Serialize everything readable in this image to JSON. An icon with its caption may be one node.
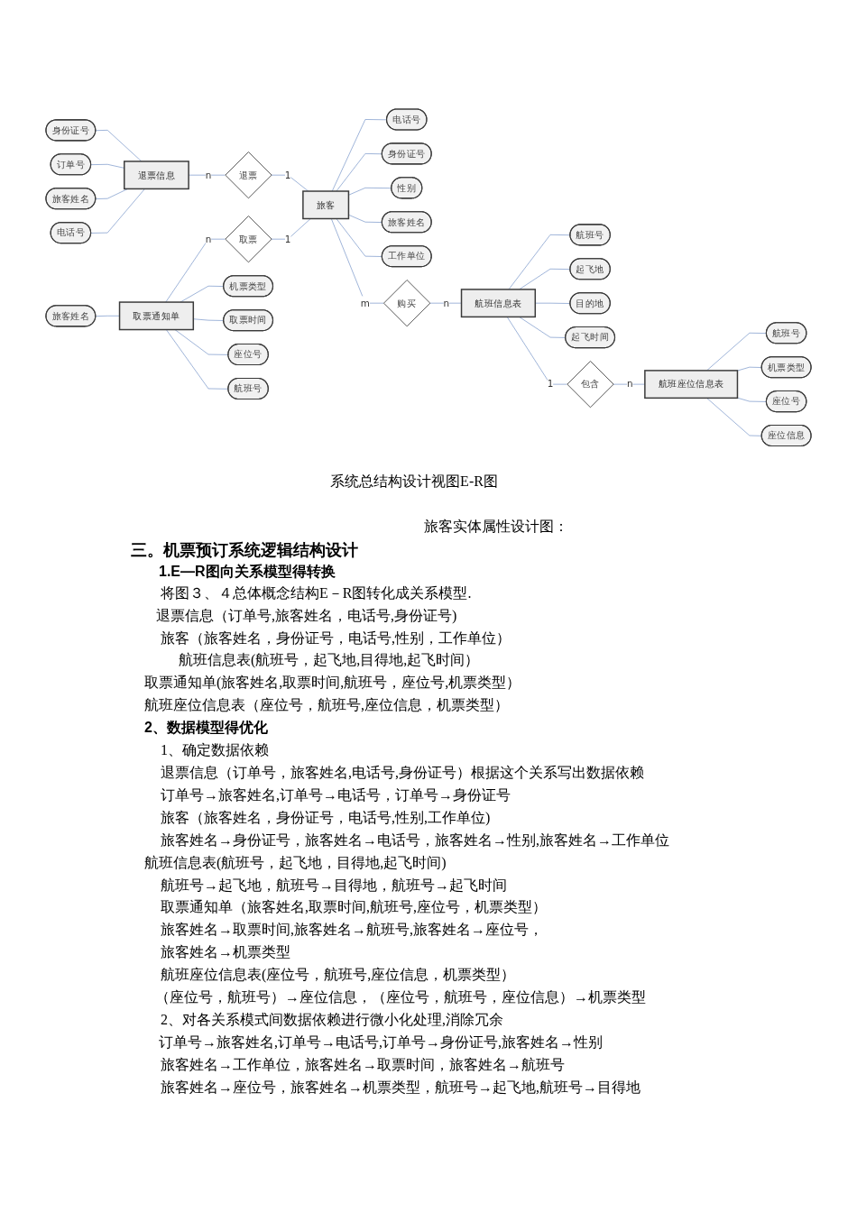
{
  "diagram": {
    "caption": "系统总结构设计视图E-R图",
    "nodes": [
      {
        "text": [
          "电话号"
        ]
      },
      {
        "text": [
          "身份证号"
        ]
      },
      {
        "text": [
          "性别"
        ]
      },
      {
        "text": [
          "航班号"
        ]
      },
      {
        "text": [
          "起飞地"
        ]
      },
      {
        "text": [
          "目的地"
        ]
      },
      {
        "text": [
          "身份证号"
        ]
      },
      {
        "text": [
          "订单号"
        ]
      },
      {
        "text": [
          "旅客姓名"
        ]
      },
      {
        "text": [
          "工作单位"
        ]
      },
      {
        "text": [
          "起飞时间"
        ]
      },
      {
        "text": [
          "旅客姓名"
        ]
      },
      {
        "text": [
          "退票信息"
        ]
      },
      {
        "text": [
          "退票"
        ]
      },
      {
        "text": [
          "旅客"
        ]
      },
      {
        "text": [
          "购买"
        ]
      },
      {
        "text": [
          "航班信息表"
        ]
      },
      {
        "text": [
          "电话号"
        ]
      },
      {
        "text": [
          "取票"
        ]
      },
      {
        "text": [
          "包含"
        ]
      },
      {
        "text": [
          "旅客姓名"
        ]
      },
      {
        "text": [
          "航班座位信息表"
        ]
      },
      {
        "text": [
          "取票通知单"
        ]
      },
      {
        "text": [
          "机票类型"
        ]
      },
      {
        "text": [
          "航班号"
        ]
      },
      {
        "text": [
          "机票类型"
        ]
      },
      {
        "text": [
          "取票时间"
        ]
      },
      {
        "text": [
          "座位号"
        ]
      },
      {
        "text": [
          "座位信息"
        ]
      },
      {
        "text": [
          "座位号"
        ]
      },
      {
        "text": [
          "航班号"
        ]
      }
    ],
    "edges": [
      {
        "from": 6,
        "to": 12,
        "arrow": "none"
      },
      {
        "from": 7,
        "to": 12,
        "arrow": "none"
      },
      {
        "from": 11,
        "to": 12,
        "arrow": "none"
      },
      {
        "from": 17,
        "to": 12,
        "arrow": "none"
      },
      {
        "from": 12,
        "to": 13,
        "arrow": "none",
        "label": "n"
      },
      {
        "from": 13,
        "to": 14,
        "arrow": "none",
        "label": "1"
      },
      {
        "from": 14,
        "to": 0,
        "arrow": "none"
      },
      {
        "from": 14,
        "to": 1,
        "arrow": "none"
      },
      {
        "from": 14,
        "to": 2,
        "arrow": "none"
      },
      {
        "from": 14,
        "to": 8,
        "arrow": "none"
      },
      {
        "from": 14,
        "to": 9,
        "arrow": "none"
      },
      {
        "from": 14,
        "to": 15,
        "arrow": "none",
        "label": "m"
      },
      {
        "from": 15,
        "to": 16,
        "arrow": "none",
        "label": "n"
      },
      {
        "from": 16,
        "to": 3,
        "arrow": "none"
      },
      {
        "from": 16,
        "to": 4,
        "arrow": "none"
      },
      {
        "from": 16,
        "to": 5,
        "arrow": "none"
      },
      {
        "from": 16,
        "to": 10,
        "arrow": "none"
      },
      {
        "from": 22,
        "to": 18,
        "arrow": "none",
        "label": "n"
      },
      {
        "from": 18,
        "to": 14,
        "arrow": "none",
        "label": "1"
      },
      {
        "from": 20,
        "to": 22,
        "arrow": "none"
      },
      {
        "from": 22,
        "to": 23,
        "arrow": "none"
      },
      {
        "from": 22,
        "to": 26,
        "arrow": "none"
      },
      {
        "from": 22,
        "to": 29,
        "arrow": "none"
      },
      {
        "from": 22,
        "to": 30,
        "arrow": "none"
      },
      {
        "from": 16,
        "to": 19,
        "arrow": "none",
        "label": "1"
      },
      {
        "from": 19,
        "to": 21,
        "arrow": "none",
        "label": "n"
      },
      {
        "from": 21,
        "to": 24,
        "arrow": "none"
      },
      {
        "from": 21,
        "to": 25,
        "arrow": "none"
      },
      {
        "from": 21,
        "to": 27,
        "arrow": "none"
      },
      {
        "from": 21,
        "to": 28,
        "arrow": "none"
      }
    ],
    "labels": [
      "旅客实体属性设计图：",
      "三。机票预订系统逻辑结构设计",
      "1.E—R图向关系模型得转换",
      "将图３、４总体概念结构E－R图转化成关系模型.",
      "退票信息（订单号,旅客姓名，电话号,身份证号)",
      "旅客（旅客姓名，身份证号，电话号,性别，工作单位）",
      "航班信息表(航班号，起飞地,目得地,起飞时间）",
      "取票通知单(旅客姓名,取票时间,航班号，座位号,机票类型）",
      "航班座位信息表（座位号，航班号,座位信息，机票类型）",
      "2、数据模型得优化",
      "1、确定数据依赖",
      "退票信息（订单号，旅客姓名,电话号,身份证号）根据这个关系写出数据依赖",
      "订单号→旅客姓名,订单号→电话号，订单号→身份证号",
      "旅客（旅客姓名，身份证号，电话号,性别,工作单位)",
      "旅客姓名→身份证号，旅客姓名→电话号，旅客姓名→性别,旅客姓名→工作单位",
      "航班信息表(航班号，起飞地，目得地,起飞时间)",
      "航班号→起飞地，航班号→目得地，航班号→起飞时间",
      "取票通知单（旅客姓名,取票时间,航班号,座位号，机票类型）",
      "旅客姓名→取票时间,旅客姓名→航班号,旅客姓名→座位号，",
      "旅客姓名→机票类型",
      "航班座位信息表(座位号，航班号,座位信息，机票类型）",
      "（座位号，航班号）→座位信息，（座位号，航班号，座位信息）→机票类型",
      "2、对各关系模式间数据依赖进行微小化处理,消除冗余",
      "订单号→旅客姓名,订单号→电话号,订单号→身份证号,旅客姓名→性别",
      "旅客姓名→工作单位，旅客姓名→取票时间，旅客姓名→航班号",
      "旅客姓名→座位号，旅客姓名→机票类型，航班号→起飞地,航班号→目得地"
    ]
  }
}
